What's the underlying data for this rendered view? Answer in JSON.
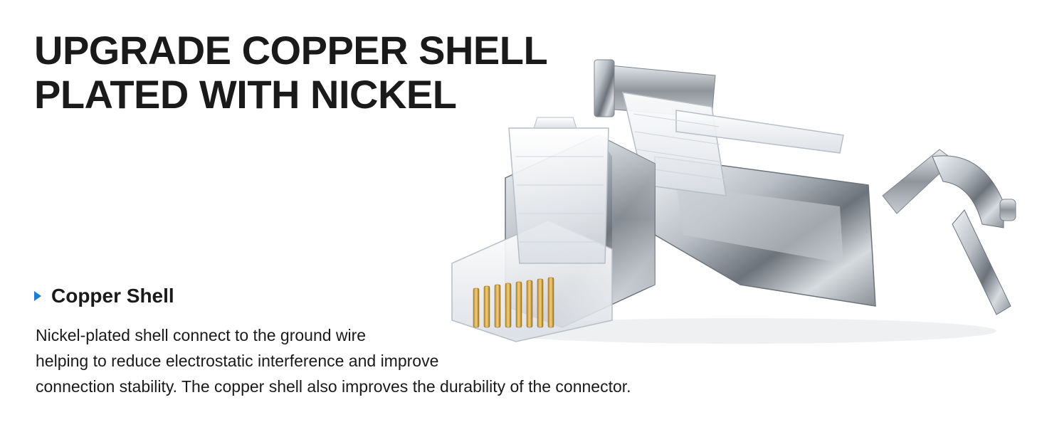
{
  "headline": {
    "line1": "UPGRADE COPPER SHELL",
    "line2": "PLATED WITH NICKEL"
  },
  "feature": {
    "title": "Copper Shell",
    "bullet_icon": "triangle-right-icon",
    "bullet_color": "#1b7fd6"
  },
  "description": {
    "line1": "Nickel-plated shell connect to the ground wire",
    "line2": "helping to reduce electrostatic interference and improve",
    "line3": "connection stability. The copper shell also improves the durability of the connector."
  },
  "product_image": {
    "subject": "rj45-shielded-connector-icon"
  },
  "colors": {
    "text": "#1a1a1a",
    "accent": "#1b7fd6",
    "background": "#ffffff"
  }
}
